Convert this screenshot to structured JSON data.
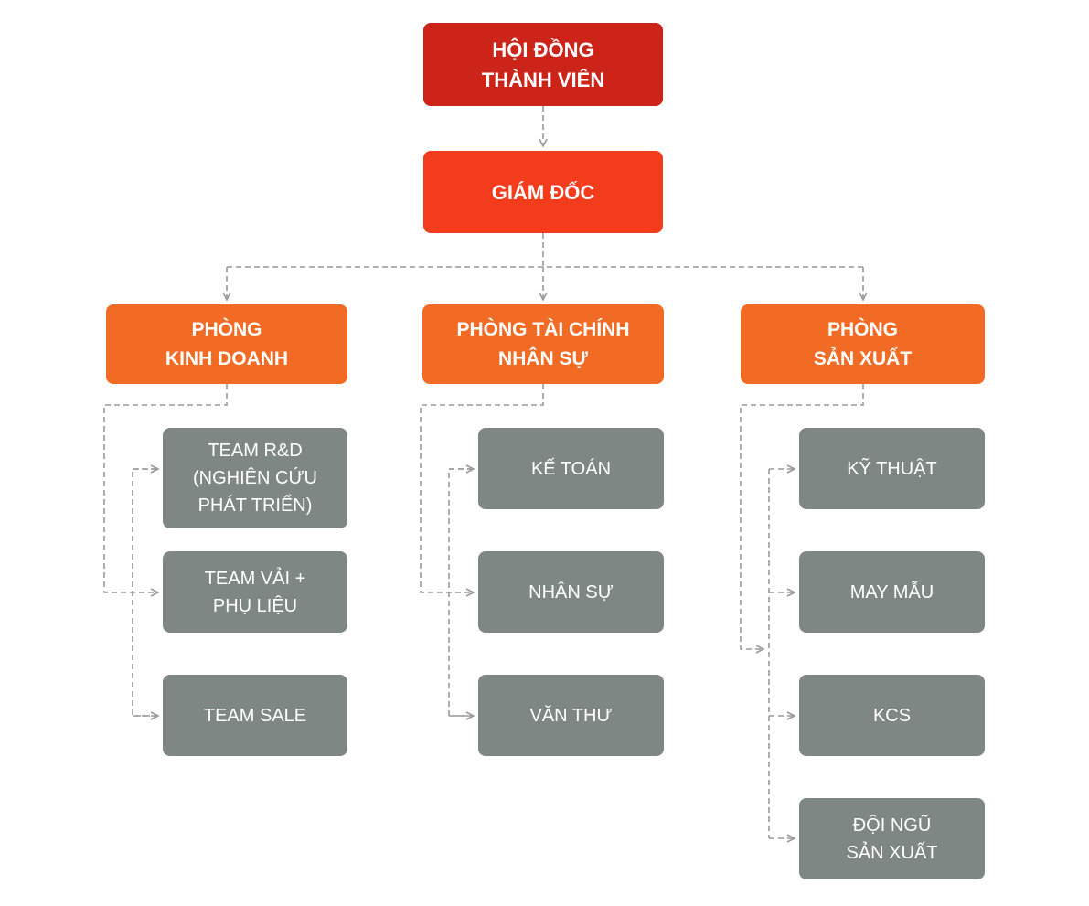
{
  "colors": {
    "board": "#cc2418",
    "director": "#f23c1c",
    "department": "#f26b24",
    "team": "#7f8784",
    "connector": "#9a9a9a"
  },
  "board": {
    "label": "HỘI ĐỒNG\nTHÀNH VIÊN"
  },
  "director": {
    "label": "GIÁM ĐỐC"
  },
  "departments": [
    {
      "label": "PHÒNG\nKINH DOANH",
      "teams": [
        "TEAM R&D\n(NGHIÊN CỨU\nPHÁT TRIỂN)",
        "TEAM VẢI +\nPHỤ LIỆU",
        "TEAM SALE"
      ]
    },
    {
      "label": "PHÒNG TÀI CHÍNH\nNHÂN SỰ",
      "teams": [
        "KẾ TOÁN",
        "NHÂN SỰ",
        "VĂN THƯ"
      ]
    },
    {
      "label": "PHÒNG\nSẢN XUẤT",
      "teams": [
        "KỸ THUẬT",
        "MAY MẪU",
        "KCS",
        "ĐỘI NGŨ\nSẢN XUẤT"
      ]
    }
  ]
}
